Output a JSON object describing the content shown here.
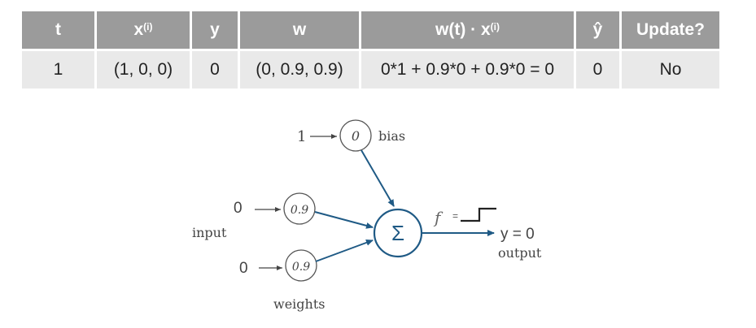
{
  "table": {
    "headers": [
      {
        "main": "t",
        "sup": ""
      },
      {
        "main": "x",
        "sup": "(i)"
      },
      {
        "main": "y",
        "sup": ""
      },
      {
        "main": "w",
        "sup": ""
      },
      {
        "main": "w(t) · x",
        "sup": "(i)"
      },
      {
        "main": "ŷ",
        "sup": ""
      },
      {
        "main": "Update?",
        "sup": ""
      }
    ],
    "row": [
      "1",
      "(1, 0, 0)",
      "0",
      "(0, 0.9, 0.9)",
      "0*1 + 0.9*0 + 0.9*0 = 0",
      "0",
      "No"
    ]
  },
  "diagram": {
    "bias_input": "1",
    "bias_weight": "0",
    "bias_label": "bias",
    "input1_value": "0",
    "input2_value": "0",
    "weight1": "0.9",
    "weight2": "0.9",
    "input_label": "input",
    "weights_label": "weights",
    "sum_symbol": "Σ",
    "activation_symbol": "f",
    "activation_equals": "=",
    "output_value": "y = 0",
    "output_label": "output"
  },
  "colors": {
    "header_bg": "#9b9b9b",
    "cell_bg": "#e9e9e9",
    "arrow_blue": "#1f5a85"
  }
}
